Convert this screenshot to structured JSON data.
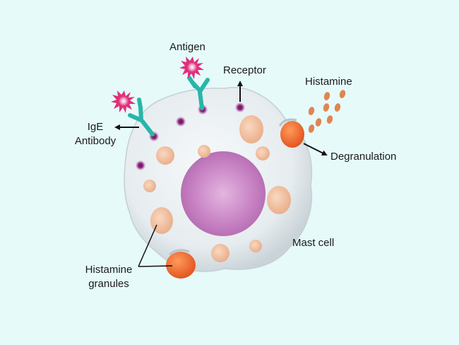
{
  "labels": {
    "antigen": "Antigen",
    "receptor": "Receptor",
    "histamine": "Histamine",
    "ige_line1": "IgE",
    "ige_line2": "Antibody",
    "degranulation": "Degranulation",
    "mast_cell": "Mast cell",
    "granules_line1": "Histamine",
    "granules_line2": "granules"
  },
  "colors": {
    "background": "#e6fafa",
    "cell_body": "#eef3f5",
    "nucleus": "#c580c2",
    "granule": "#f2c3a2",
    "released_granule": "#f0743a",
    "histamine_dot": "#e08552",
    "antibody": "#2ab5a8",
    "receptor": "#8a1f7a",
    "antigen": "#e0307a"
  },
  "icons": [
    "antigen-icon",
    "ige-antibody-icon",
    "receptor-icon",
    "arrow-icon"
  ]
}
